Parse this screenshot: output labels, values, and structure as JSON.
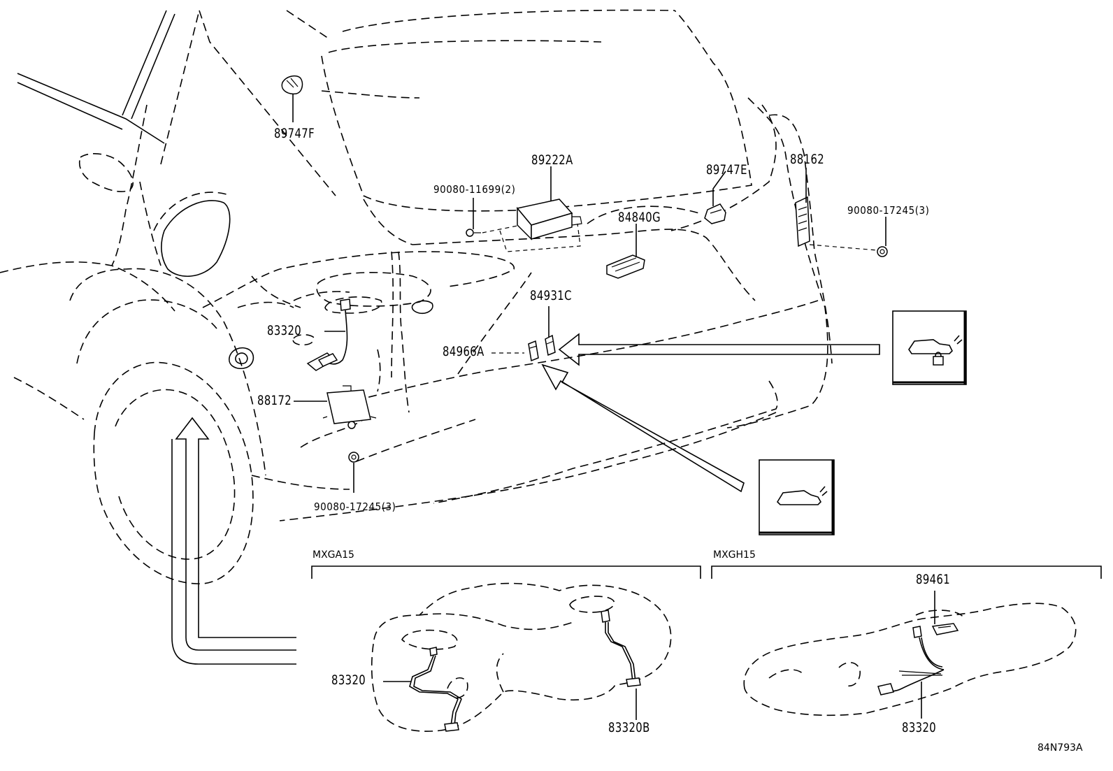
{
  "diagram": {
    "reference_code": "84N793A",
    "sections": [
      {
        "id": "left",
        "label": "MXGA15"
      },
      {
        "id": "right",
        "label": "MXGH15"
      }
    ],
    "callouts": [
      {
        "id": "c89747F",
        "text": "89747F"
      },
      {
        "id": "c89222A",
        "text": "89222A"
      },
      {
        "id": "c90080a",
        "text": "90080-11699(2)"
      },
      {
        "id": "c89747E",
        "text": "89747E"
      },
      {
        "id": "c88162",
        "text": "88162"
      },
      {
        "id": "c90080b",
        "text": "90080-17245(3)"
      },
      {
        "id": "c84840G",
        "text": "84840G"
      },
      {
        "id": "c84931C",
        "text": "84931C"
      },
      {
        "id": "c84966A",
        "text": "84966A"
      },
      {
        "id": "c83320a",
        "text": "83320"
      },
      {
        "id": "c88172",
        "text": "88172"
      },
      {
        "id": "c90080c",
        "text": "90080-17245(3)"
      },
      {
        "id": "c83320b",
        "text": "83320"
      },
      {
        "id": "c83320B",
        "text": "83320B"
      },
      {
        "id": "c89461",
        "text": "89461"
      },
      {
        "id": "c83320c",
        "text": "83320"
      }
    ],
    "icons": [
      "car-locked-icon",
      "car-icon"
    ]
  }
}
